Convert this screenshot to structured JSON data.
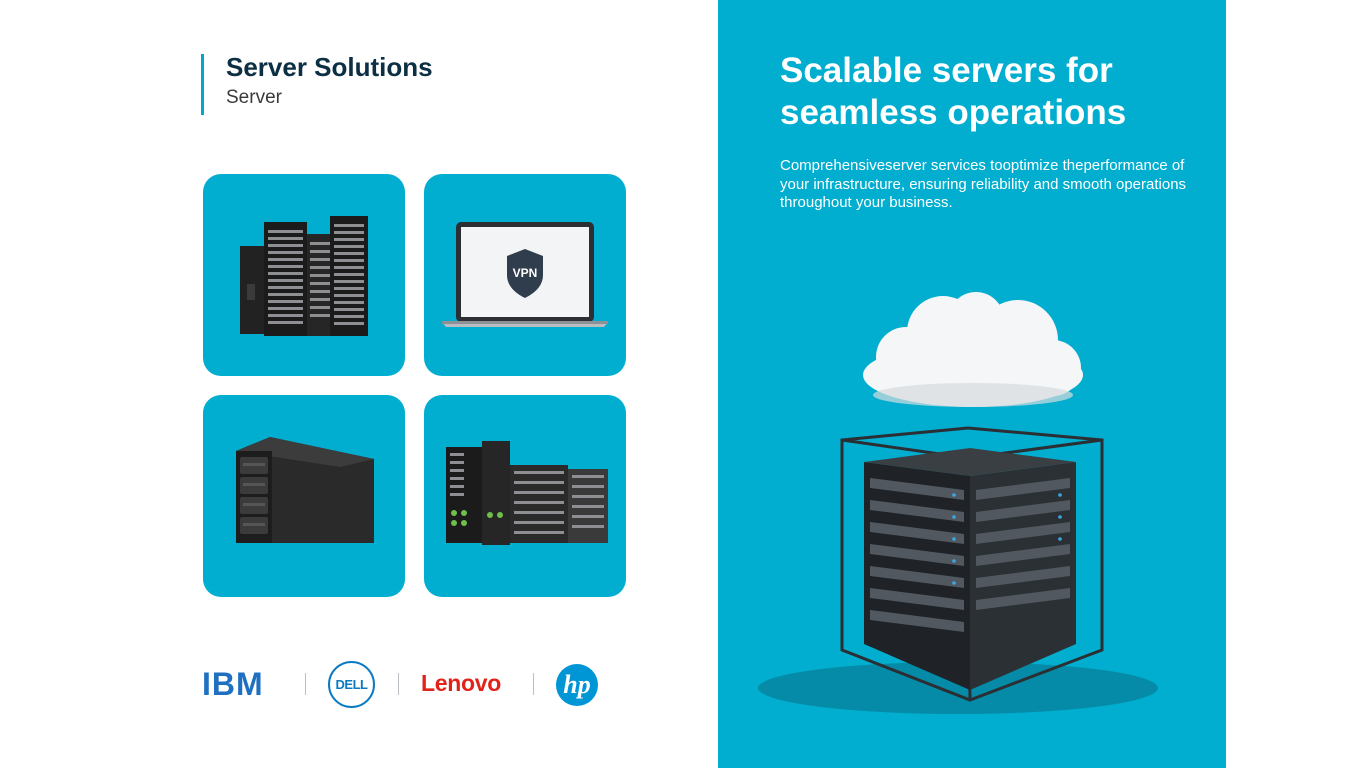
{
  "section": {
    "title": "Server Solutions",
    "subtitle": "Server"
  },
  "tiles": [
    {
      "icon": "server-rack-icon"
    },
    {
      "icon": "vpn-laptop-icon",
      "badge_text": "VPN"
    },
    {
      "icon": "storage-enclosure-icon"
    },
    {
      "icon": "tower-and-blade-servers-icon"
    }
  ],
  "brands": [
    {
      "name": "IBM",
      "logo_text": "IBM"
    },
    {
      "name": "Dell",
      "logo_text": "DELL"
    },
    {
      "name": "Lenovo",
      "logo_text": "Lenovo"
    },
    {
      "name": "HP",
      "logo_text": "hp"
    }
  ],
  "hero": {
    "title": "Scalable servers for seamless operations",
    "description": "Comprehensiveserver services tooptimize theperformance of your infrastructure, ensuring reliability and smooth operations throughout your business.",
    "illustration": "cloud-over-server-cube-icon"
  },
  "colors": {
    "accent": "#01aecf",
    "heading": "#0c2f44",
    "ibm": "#1f70c1",
    "dell": "#0a7bc2",
    "lenovo": "#e2231a",
    "hp": "#0096d6"
  }
}
